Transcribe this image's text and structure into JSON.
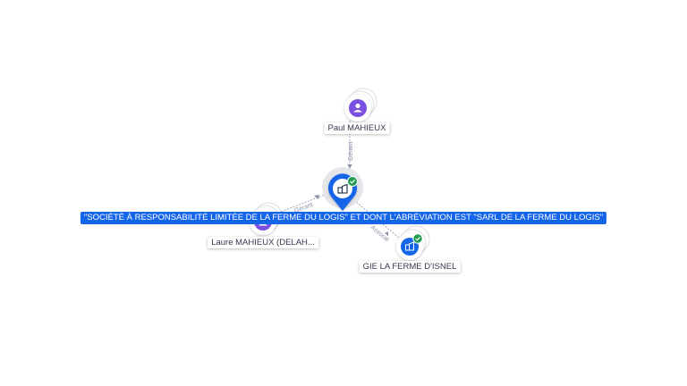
{
  "colors": {
    "company_blue": "#1565e8",
    "person_purple": "#7b4fe0",
    "verified_green": "#1f9d4f",
    "edge_gray": "#8a8fa8"
  },
  "nodes": {
    "main": {
      "label": "\"SOCIÉTÉ À RESPONSABILITÉ LIMITÉE DE LA FERME DU LOGIS\" ET DONT L'ABRÉVIATION EST \"SARL DE LA FERME DU LOGIS\"",
      "icon": "company-icon",
      "verified": true
    },
    "paul": {
      "label": "Paul MAHIEUX",
      "icon": "person-icon"
    },
    "laure": {
      "label": "Laure MAHIEUX (DELAH...",
      "icon": "person-icon"
    },
    "gie": {
      "label": "GIE LA FERME D'ISNEL",
      "icon": "company-icon",
      "verified": true
    }
  },
  "edges": {
    "paul_main": "Gérant",
    "laure_main": "Gérant",
    "main_gie": "Associé"
  }
}
